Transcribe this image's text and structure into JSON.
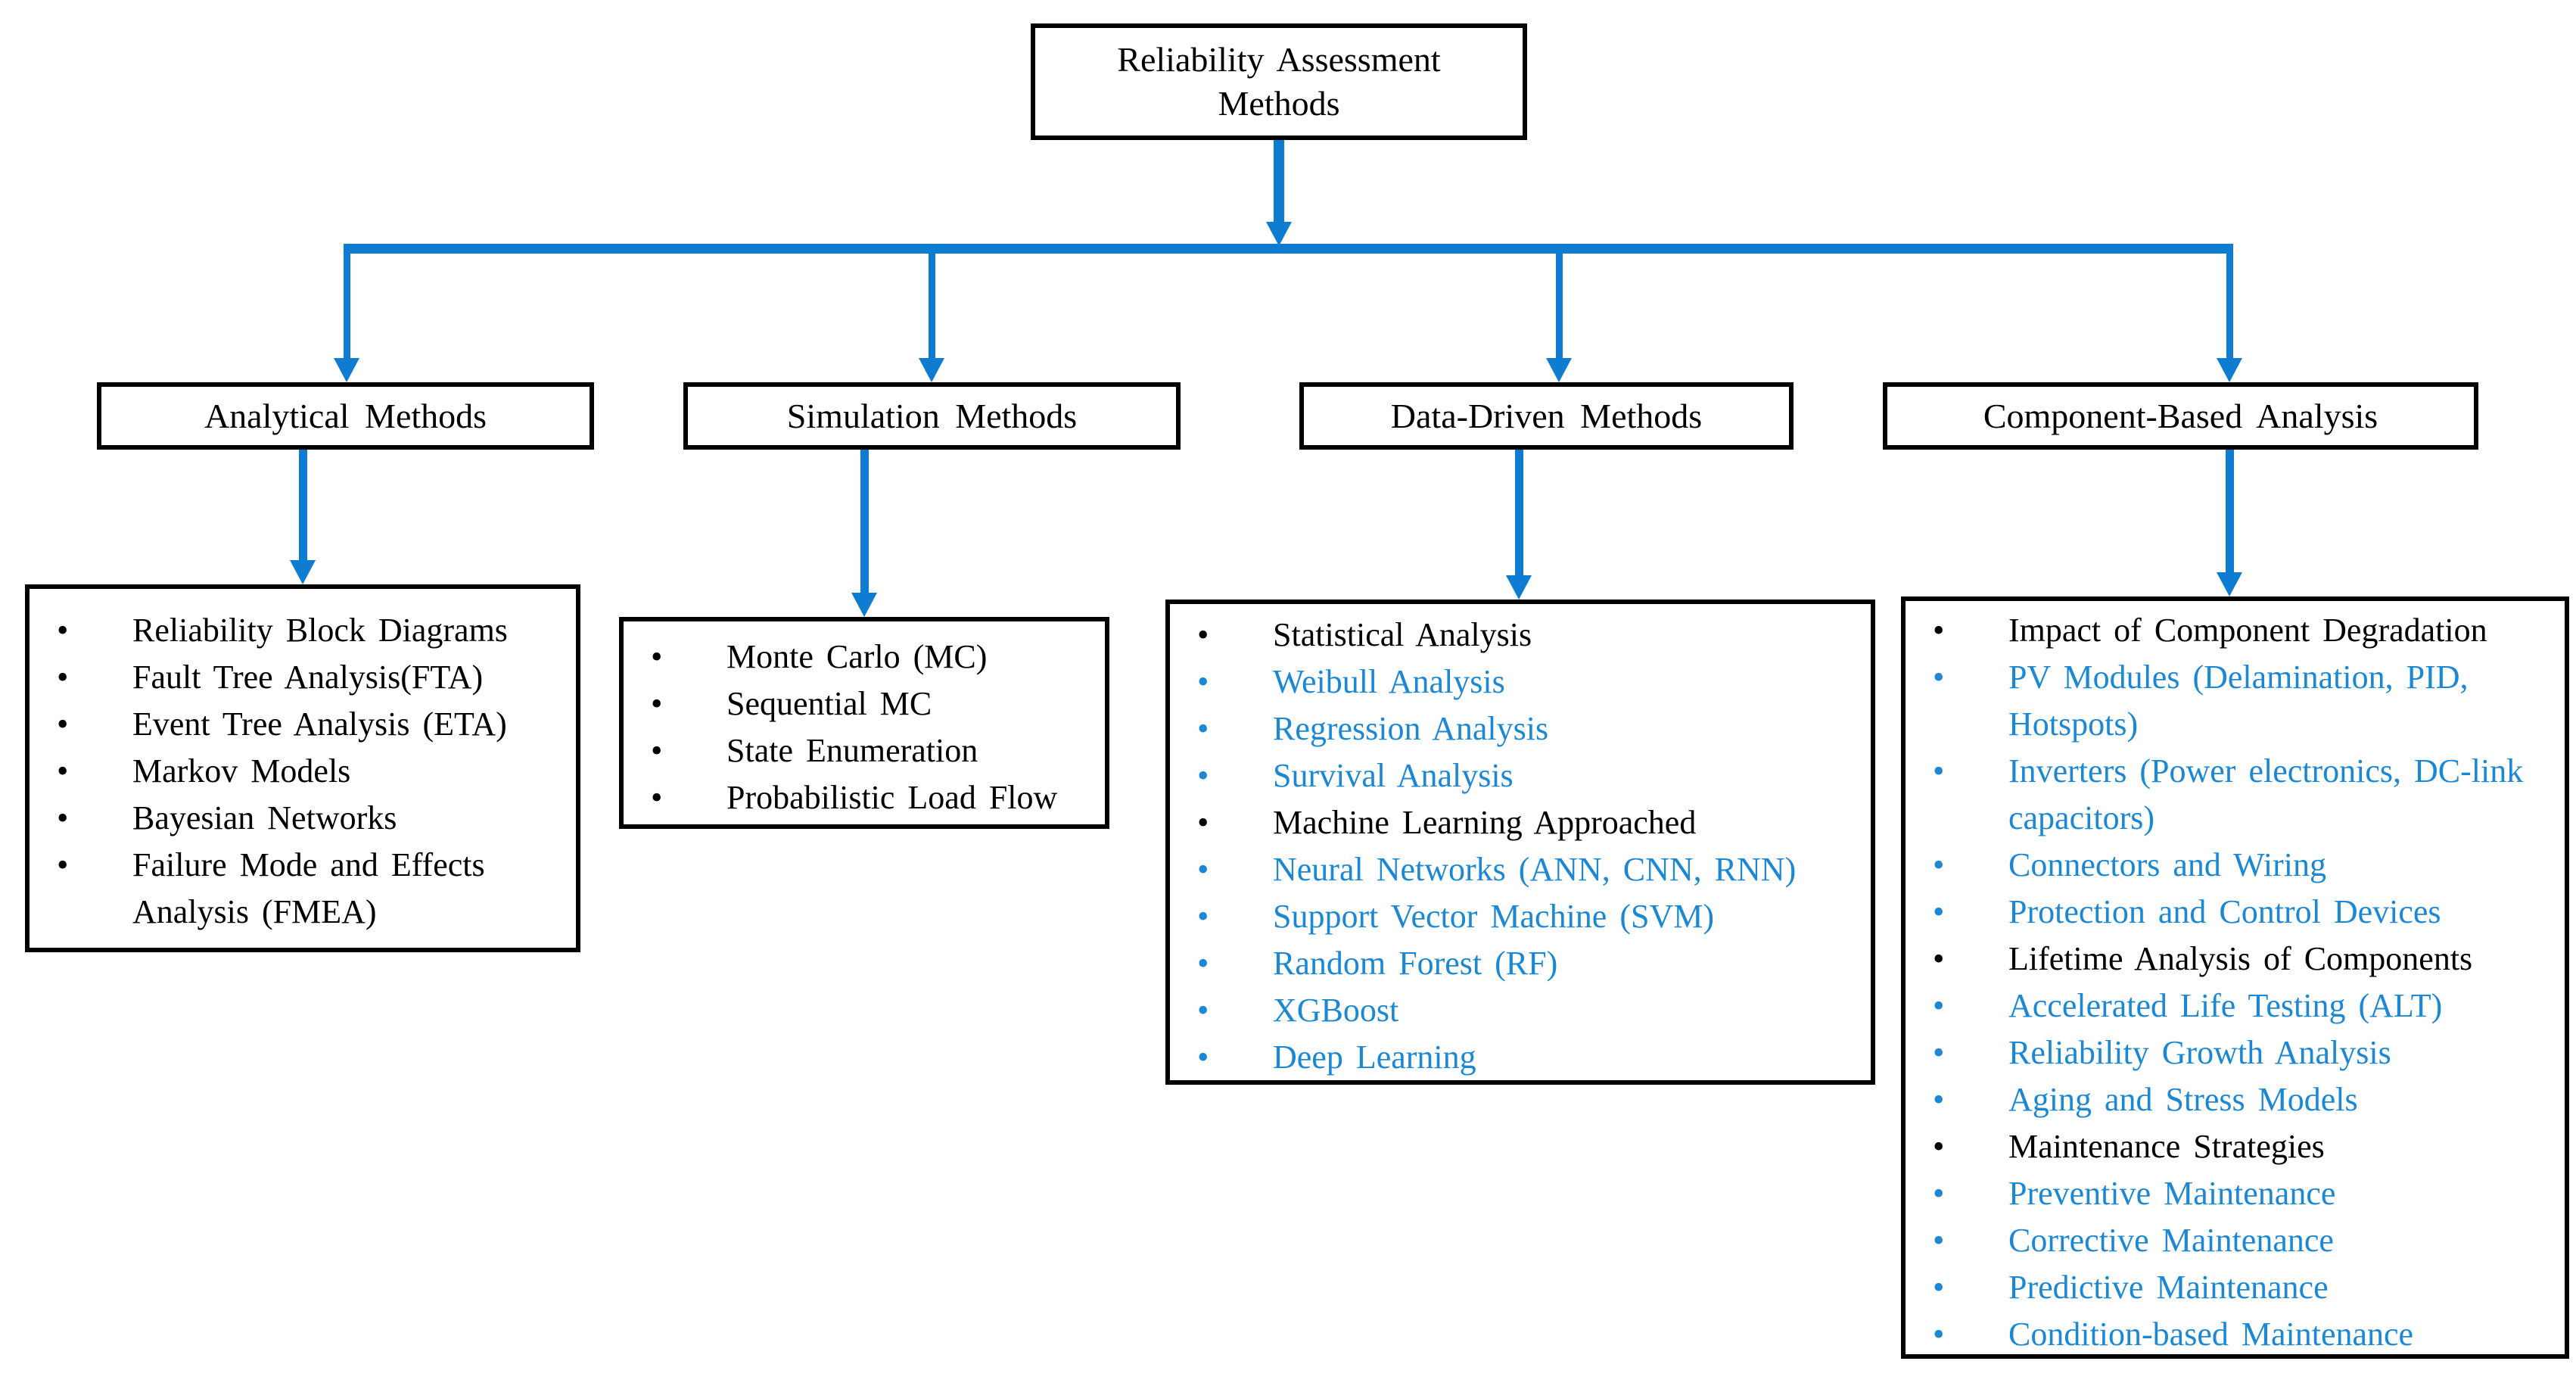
{
  "colors": {
    "line_blue": "#0e7cd1",
    "text_blue": "#1b88d6",
    "text_black": "#000000",
    "border_black": "#000000",
    "bg": "#ffffff"
  },
  "root": {
    "label": "Reliability Assessment Methods"
  },
  "bullet_glyph": "•",
  "branches": [
    {
      "label": "Analytical Methods",
      "items": [
        {
          "text": "Reliability Block Diagrams",
          "blue": false
        },
        {
          "text": "Fault Tree Analysis(FTA)",
          "blue": false
        },
        {
          "text": "Event Tree Analysis (ETA)",
          "blue": false
        },
        {
          "text": "Markov Models",
          "blue": false
        },
        {
          "text": "Bayesian Networks",
          "blue": false
        },
        {
          "text": "Failure Mode and Effects Analysis (FMEA)",
          "blue": false
        }
      ]
    },
    {
      "label": "Simulation Methods",
      "items": [
        {
          "text": "Monte Carlo (MC)",
          "blue": false
        },
        {
          "text": "Sequential MC",
          "blue": false
        },
        {
          "text": "State Enumeration",
          "blue": false
        },
        {
          "text": "Probabilistic Load Flow",
          "blue": false
        }
      ]
    },
    {
      "label": "Data-Driven Methods",
      "items": [
        {
          "text": "Statistical Analysis",
          "blue": false
        },
        {
          "text": "Weibull Analysis",
          "blue": true
        },
        {
          "text": "Regression Analysis",
          "blue": true
        },
        {
          "text": "Survival Analysis",
          "blue": true
        },
        {
          "text": "Machine Learning Approached",
          "blue": false
        },
        {
          "text": "Neural Networks (ANN, CNN, RNN)",
          "blue": true
        },
        {
          "text": "Support Vector Machine (SVM)",
          "blue": true
        },
        {
          "text": "Random Forest (RF)",
          "blue": true
        },
        {
          "text": "XGBoost",
          "blue": true
        },
        {
          "text": "Deep Learning",
          "blue": true
        }
      ]
    },
    {
      "label": "Component-Based Analysis",
      "items": [
        {
          "text": "Impact of Component Degradation",
          "blue": false
        },
        {
          "text": "PV Modules (Delamination, PID, Hotspots)",
          "blue": true
        },
        {
          "text": "Inverters (Power electronics, DC-link capacitors)",
          "blue": true
        },
        {
          "text": "Connectors and Wiring",
          "blue": true
        },
        {
          "text": "Protection and Control Devices",
          "blue": true
        },
        {
          "text": "Lifetime Analysis of Components",
          "blue": false
        },
        {
          "text": "Accelerated Life Testing (ALT)",
          "blue": true
        },
        {
          "text": "Reliability Growth Analysis",
          "blue": true
        },
        {
          "text": "Aging and Stress Models",
          "blue": true
        },
        {
          "text": "Maintenance Strategies",
          "blue": false
        },
        {
          "text": "Preventive Maintenance",
          "blue": true
        },
        {
          "text": "Corrective Maintenance",
          "blue": true
        },
        {
          "text": "Predictive Maintenance",
          "blue": true
        },
        {
          "text": "Condition-based Maintenance",
          "blue": true
        }
      ]
    }
  ]
}
